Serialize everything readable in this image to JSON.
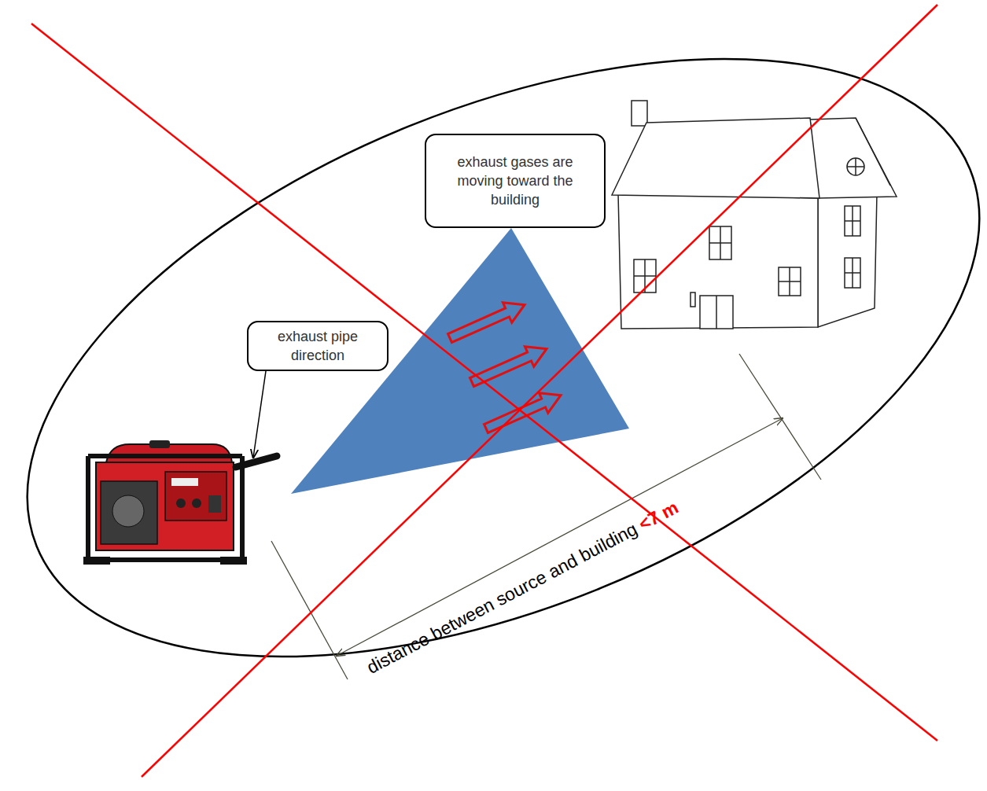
{
  "diagram": {
    "nodes": [
      {
        "text": [
          "exhaust gases are moving toward the building"
        ]
      },
      {
        "text": [
          "exhaust pipe direction"
        ]
      }
    ],
    "labels": [
      "distance between source and building",
      "<7 m"
    ]
  }
}
